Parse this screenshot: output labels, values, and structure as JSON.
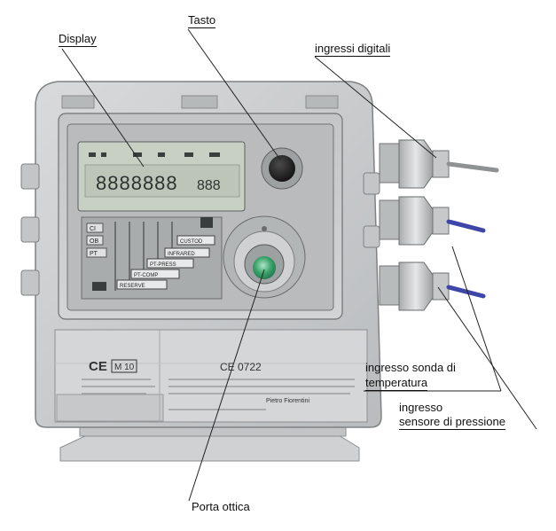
{
  "labels": {
    "display": "Display",
    "tasto": "Tasto",
    "ingressi_digitali": "ingressi digitali",
    "ingresso_sonda_line1": "ingresso sonda di",
    "ingresso_sonda_line2": "temperatura",
    "ingresso_sensore_line1": "ingresso",
    "ingresso_sensore_line2": "sensore di pressione",
    "porta_ottica": "Porta ottica"
  },
  "device": {
    "lcd_digits": "8888888",
    "lcd_suffix": "888",
    "menu_items": [
      "CUSTOD",
      "INFRARED",
      "PT-PRESS",
      "PT-COMP",
      "RESERVE"
    ],
    "side_labels": [
      "CI",
      "OB",
      "PT"
    ],
    "ce_left": "M 10",
    "ce_right": "CE 0722",
    "brand": "Pietro Fiorentini"
  },
  "colors": {
    "housing": "#c9cbcc",
    "lcd": "#c7d0c3",
    "cable_digital": "#9a9a9a",
    "cable_sensor": "#3e46a8",
    "optical_port": "#3aa36b"
  }
}
